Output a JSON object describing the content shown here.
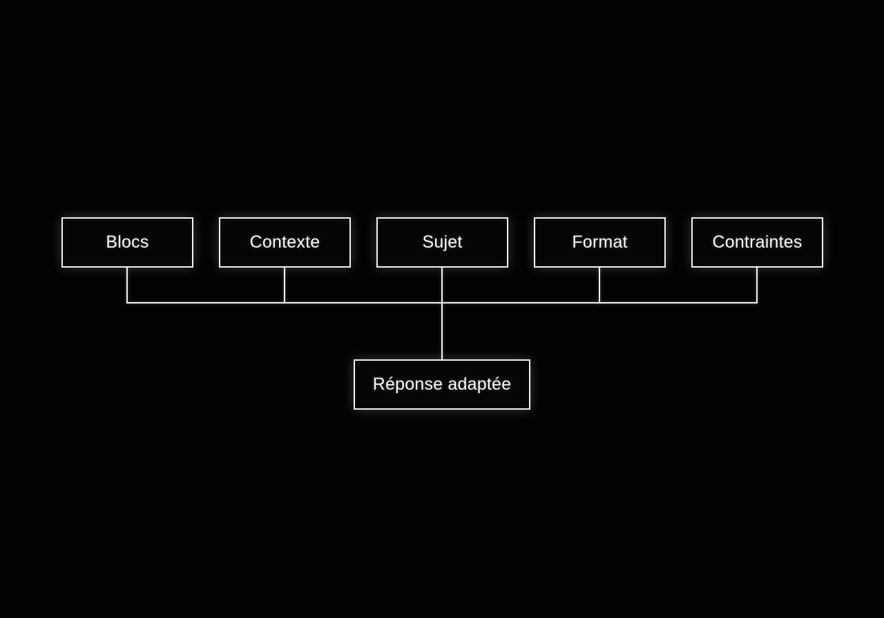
{
  "diagram": {
    "top_nodes": [
      {
        "label": "Blocs"
      },
      {
        "label": "Contexte"
      },
      {
        "label": "Sujet"
      },
      {
        "label": "Format"
      },
      {
        "label": "Contraintes"
      }
    ],
    "result_node": {
      "label": "Réponse adaptée"
    },
    "colors": {
      "background": "#020202",
      "line": "#f2f2f2",
      "text": "#fafafa"
    }
  }
}
